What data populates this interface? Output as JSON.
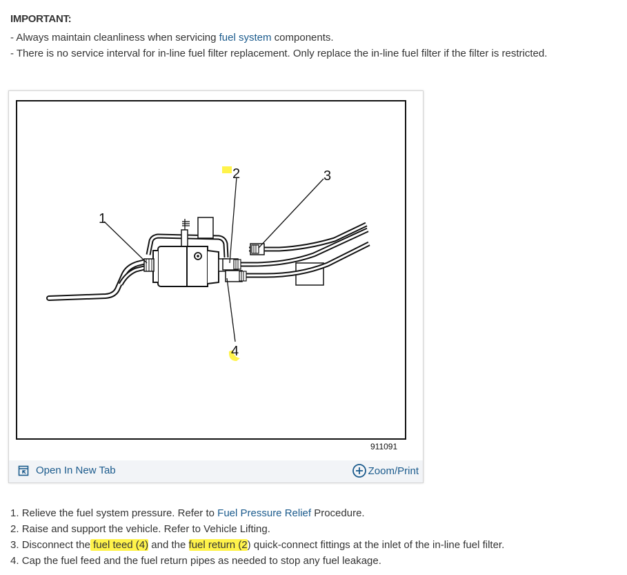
{
  "important": {
    "title": "IMPORTANT:",
    "notes": [
      {
        "prefix": "-  Always maintain cleanliness when servicing ",
        "link": "fuel system",
        "suffix": " components."
      },
      {
        "text": "-  There is no service interval for in-line fuel filter replacement. Only replace the in-line fuel filter if the filter is restricted."
      }
    ]
  },
  "figure": {
    "callouts": {
      "c1": "1",
      "c2": "2",
      "c3": "3",
      "c4": "4"
    },
    "figure_number": "911091",
    "open_tab_label": "Open In New Tab",
    "zoom_print_label": "Zoom/Print",
    "highlight_color": "#fff34a"
  },
  "steps": [
    {
      "num": "1. ",
      "prefix": "Relieve the fuel system pressure. Refer to ",
      "link": "Fuel Pressure Relief",
      "suffix": " Procedure."
    },
    {
      "num": "2. ",
      "text": "Raise and support the vehicle. Refer to Vehicle Lifting."
    },
    {
      "num": "3. ",
      "a": "Disconnect the",
      "h1": " fuel teed (4)",
      "b": " and the ",
      "h2": "fuel return (2",
      "c": ") quick-connect fittings at the inlet of the in-line fuel filter."
    },
    {
      "num": "4. ",
      "text": "Cap the fuel feed and the fuel return pipes as needed to stop any fuel leakage."
    }
  ],
  "colors": {
    "link": "#1a5a8c",
    "text": "#333333",
    "toolbar_bg": "#f2f4f7"
  }
}
